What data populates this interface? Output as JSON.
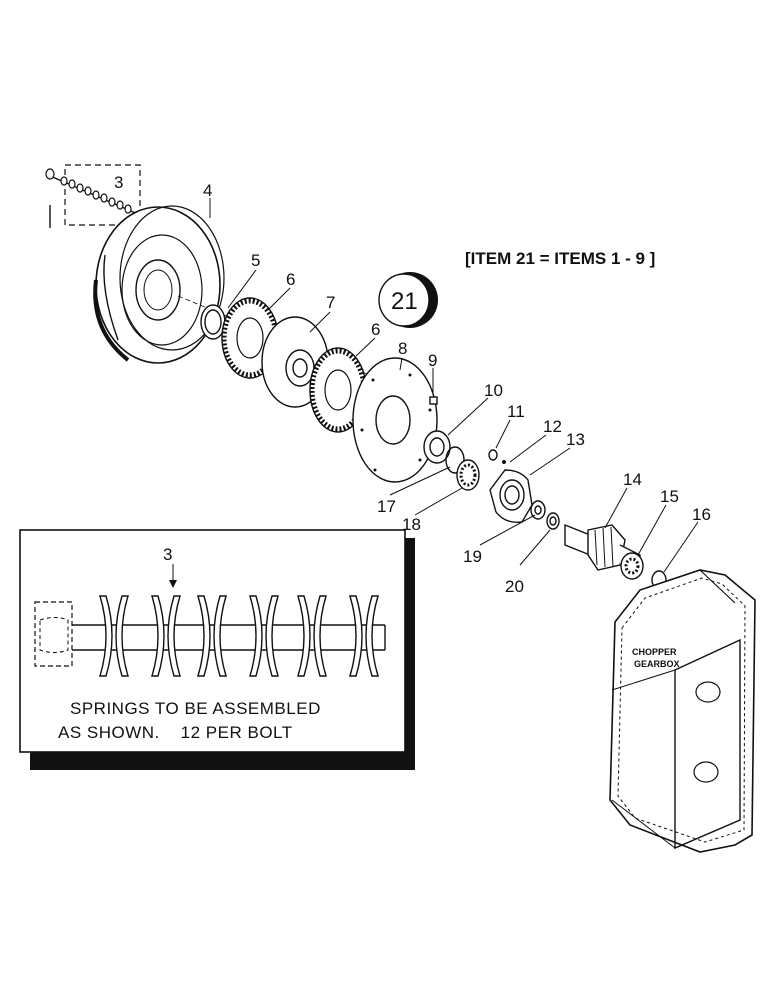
{
  "note": "[ITEM 21 = ITEMS 1 - 9 ]",
  "badge": "21",
  "callouts": {
    "c3": "3",
    "c4": "4",
    "c5": "5",
    "c6a": "6",
    "c6b": "6",
    "c7": "7",
    "c8": "8",
    "c9": "9",
    "c10": "10",
    "c11": "11",
    "c12": "12",
    "c13": "13",
    "c14": "14",
    "c15": "15",
    "c16": "16",
    "c17": "17",
    "c18": "18",
    "c19": "19",
    "c20": "20"
  },
  "inset": {
    "callout": "3",
    "line1": "SPRINGS TO BE ASSEMBLED",
    "line2": "AS SHOWN.    12 PER BOLT"
  },
  "gearbox": {
    "line1": "CHOPPER",
    "line2": "GEARBOX"
  }
}
